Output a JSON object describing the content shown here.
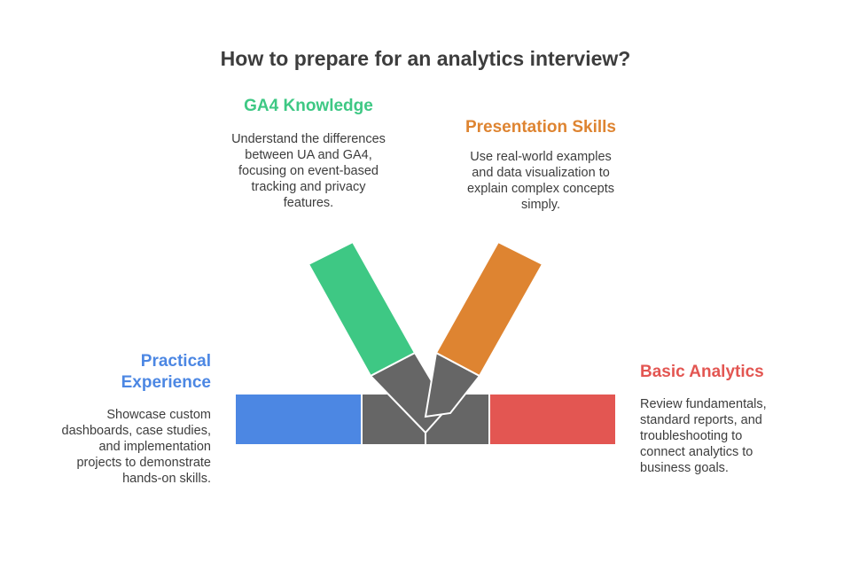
{
  "title": "How to prepare for an analytics interview?",
  "colors": {
    "ga4": "#3ec884",
    "presentation": "#de8431",
    "practical": "#4c87e3",
    "basic": "#e35652",
    "hub": "#666666",
    "title": "#3d3d3d"
  },
  "sections": {
    "ga4": {
      "heading": "GA4 Knowledge",
      "lines": [
        "Understand the differences",
        "between UA and GA4,",
        "focusing on event-based",
        "tracking and privacy",
        "features."
      ]
    },
    "presentation": {
      "heading": "Presentation Skills",
      "lines": [
        "Use real-world examples",
        "and data visualization to",
        "explain complex concepts",
        "simply."
      ]
    },
    "practical": {
      "heading_lines": [
        "Practical",
        "Experience"
      ],
      "lines": [
        "Showcase custom",
        "dashboards, case studies,",
        "and implementation",
        "projects to demonstrate",
        "hands-on skills."
      ]
    },
    "basic": {
      "heading": "Basic Analytics",
      "lines": [
        "Review fundamentals,",
        "standard reports, and",
        "troubleshooting to",
        "connect analytics to",
        "business goals."
      ]
    }
  }
}
